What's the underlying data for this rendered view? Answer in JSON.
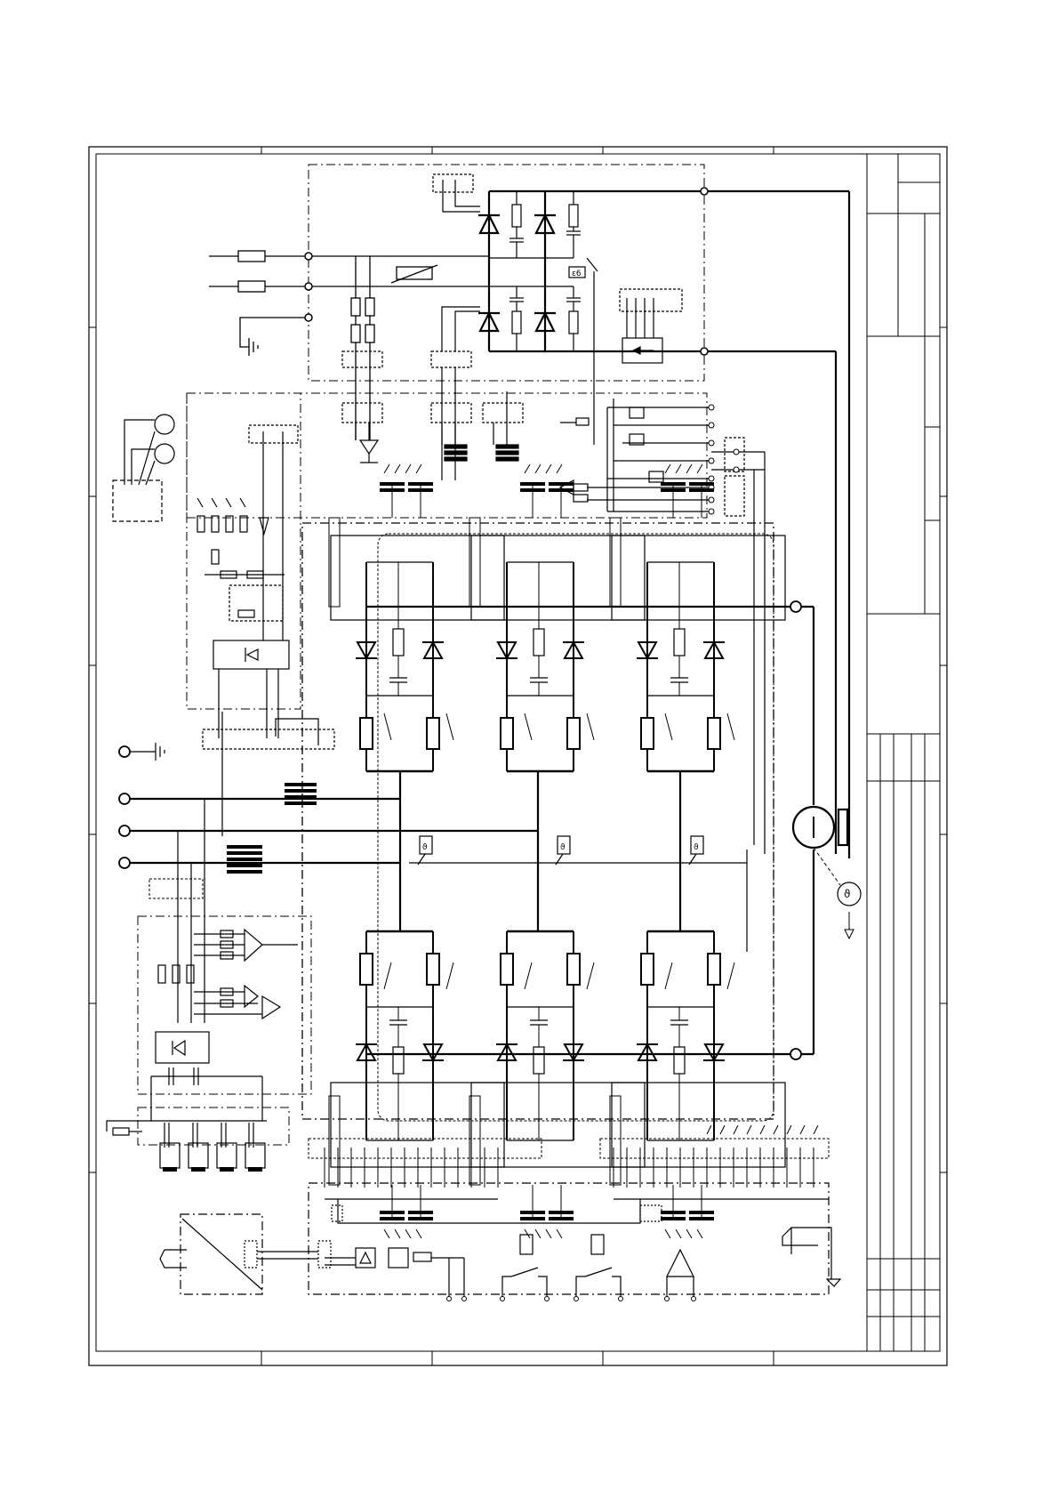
{
  "diagram": {
    "relay_marks": [
      "ε6",
      "ϑ",
      "ϑ",
      "ϑ"
    ],
    "encoder_symbol": "ϑ",
    "stroke_color": "#000000",
    "background_color": "#ffffff"
  }
}
